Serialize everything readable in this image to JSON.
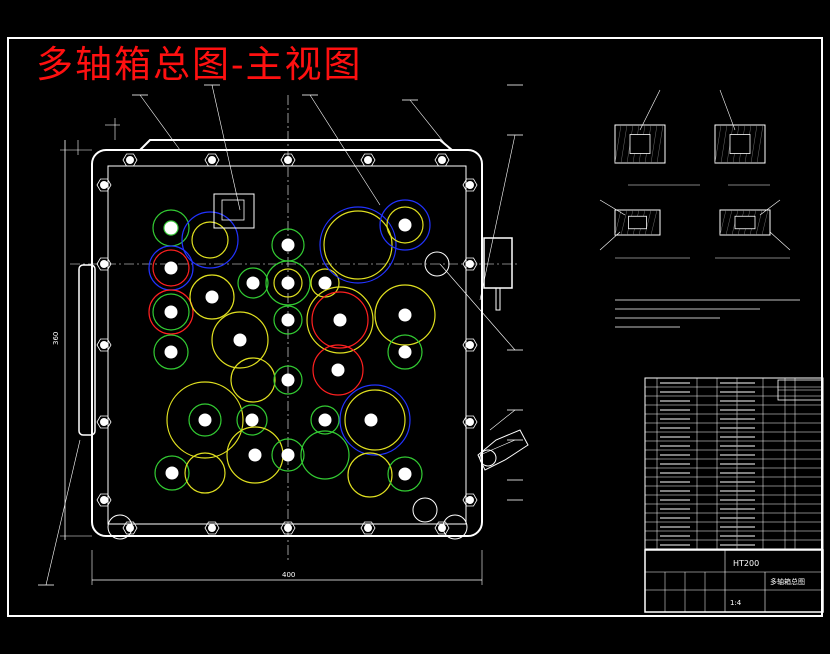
{
  "title": "多轴箱总图-主视图",
  "colors": {
    "background": "#000000",
    "frame": "#ffffff",
    "gear_green": "#33cc33",
    "gear_yellow": "#e0e020",
    "gear_red": "#ff2020",
    "gear_blue": "#2233ff",
    "title": "#ff1010"
  },
  "dimensions": {
    "height_dim": "360",
    "width_dim": "400"
  },
  "title_block": {
    "material": "HT200",
    "drawing_name": "多轴箱总图",
    "scale": "1:4"
  }
}
